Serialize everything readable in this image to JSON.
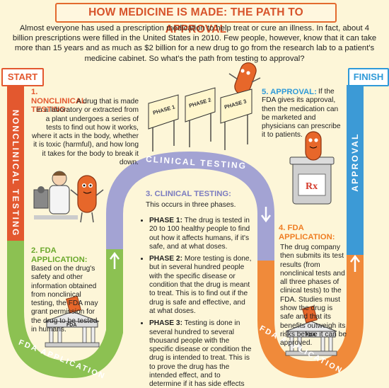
{
  "title": "HOW MEDICINE IS MADE: THE PATH TO APPROVAL",
  "intro": "Almost everyone has used a prescription medication to help treat or cure an illness. In fact, about 4 billion prescriptions were filled in the United States in 2010. Few people, however, know that it can take more than 15 years and as much as $2 billion for a new drug to go from the research lab to a patient's medicine cabinet. So what's the path from testing to approval?",
  "start_label": "START",
  "finish_label": "FINISH",
  "band_labels": {
    "nonclinical": "NONCLINICAL TESTING",
    "clinical": "CLINICAL TESTING",
    "fda_left": "FDA APPLICATION",
    "fda_right": "FDA APPLICATION",
    "approval": "APPROVAL"
  },
  "steps": {
    "s1_title": "1. NONCLINICAL TESTING:",
    "s1_text": "A drug that is made in a laboratory or extracted from a plant undergoes a series of tests to find out how it works, where it acts in the body, whether it is toxic (harmful), and how long it takes for the body to break it down.",
    "s2_title": "2. FDA APPLICATION:",
    "s2_text": "Based on the drug's safety and other information obtained from nonclinical testing, the FDA may grant permission for the drug to be tested in humans.",
    "s3_title": "3. CLINICAL TESTING:",
    "s3_intro": "This occurs in three phases.",
    "s3_p1_label": "PHASE 1:",
    "s3_p1_text": "The drug is tested in 20 to 100 healthy people to find out how it affects humans, if it's safe, and at what doses.",
    "s3_p2_label": "PHASE 2:",
    "s3_p2_text": "More testing is done, but in several hundred people with the specific disease or condition that the drug is meant to treat. This is to find out if the drug is safe and effective, and at what doses.",
    "s3_p3_label": "PHASE 3:",
    "s3_p3_text": "Testing is done in several hundred to several thousand people with the specific disease or condition the drug is intended to treat. This is to prove the drug has the intended effect, and to determine if it has side effects that would limit its use.",
    "s4_title": "4. FDA APPLICATION:",
    "s4_text": "The drug company then submits its test results (from nonclinical tests and all three phases of clinical tests) to the FDA. Studies must show the drug is safe and that its benefits outweigh its risks before it can be approved.",
    "s5_title": "5. APPROVAL:",
    "s5_text": "If the FDA gives its approval, then the medication can be marketed and physicians can prescribe it to patients."
  },
  "signs": [
    "PHASE 1",
    "PHASE 2",
    "PHASE 3"
  ],
  "building_label": "FDA",
  "jar_label": "Rx",
  "colors": {
    "red": "#e3582f",
    "green": "#8cc152",
    "purple": "#9f9fcf",
    "orange": "#f08a3a",
    "blue": "#3c9ad6",
    "title": "#d7532a"
  }
}
